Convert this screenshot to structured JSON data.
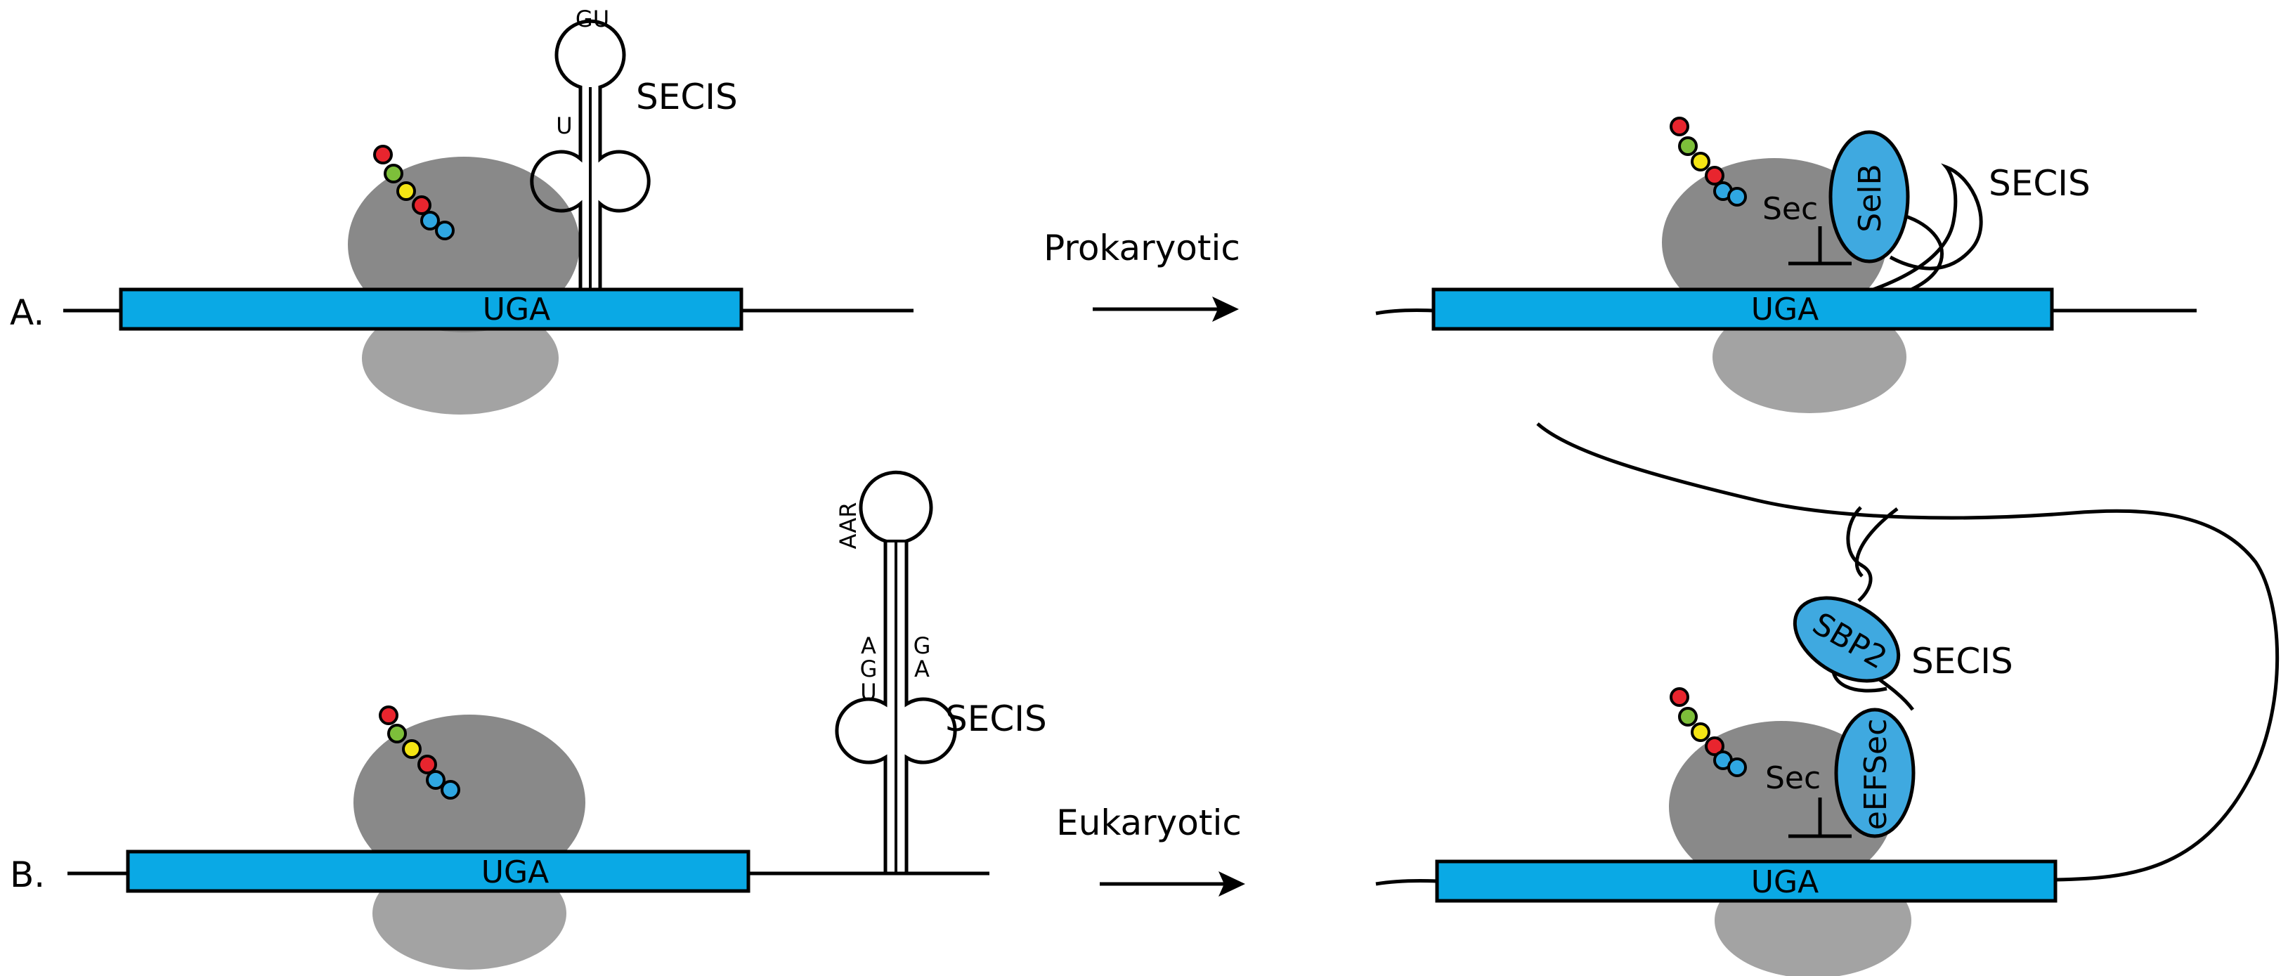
{
  "panels": {
    "a": {
      "label": "A.",
      "codon": "UGA",
      "secis": "SECIS",
      "loop_top": "GU",
      "bulge": "U",
      "transition": "Prokaryotic",
      "result": {
        "codon": "UGA",
        "factor": "SelB",
        "amino_acid": "Sec",
        "secis": "SECIS"
      }
    },
    "b": {
      "label": "B.",
      "codon": "UGA",
      "secis": "SECIS",
      "loop_top": "AAR",
      "left_strand": [
        "A",
        "G",
        "U"
      ],
      "right_strand": [
        "G",
        "A"
      ],
      "transition": "Eukaryotic",
      "result": {
        "codon": "UGA",
        "factor": "eEFSec",
        "binding_protein": "SBP2",
        "amino_acid": "Sec",
        "secis": "SECIS"
      }
    }
  },
  "colors": {
    "mrna": "#0aa9e5",
    "protein": "#3fa9e0",
    "ribosome_large": "#898989",
    "ribosome_small": "#a3a3a3",
    "bead_red": "#e8252e",
    "bead_green": "#7dbf3a",
    "bead_yellow": "#f4e514",
    "bead_blue": "#2fa7e2"
  }
}
